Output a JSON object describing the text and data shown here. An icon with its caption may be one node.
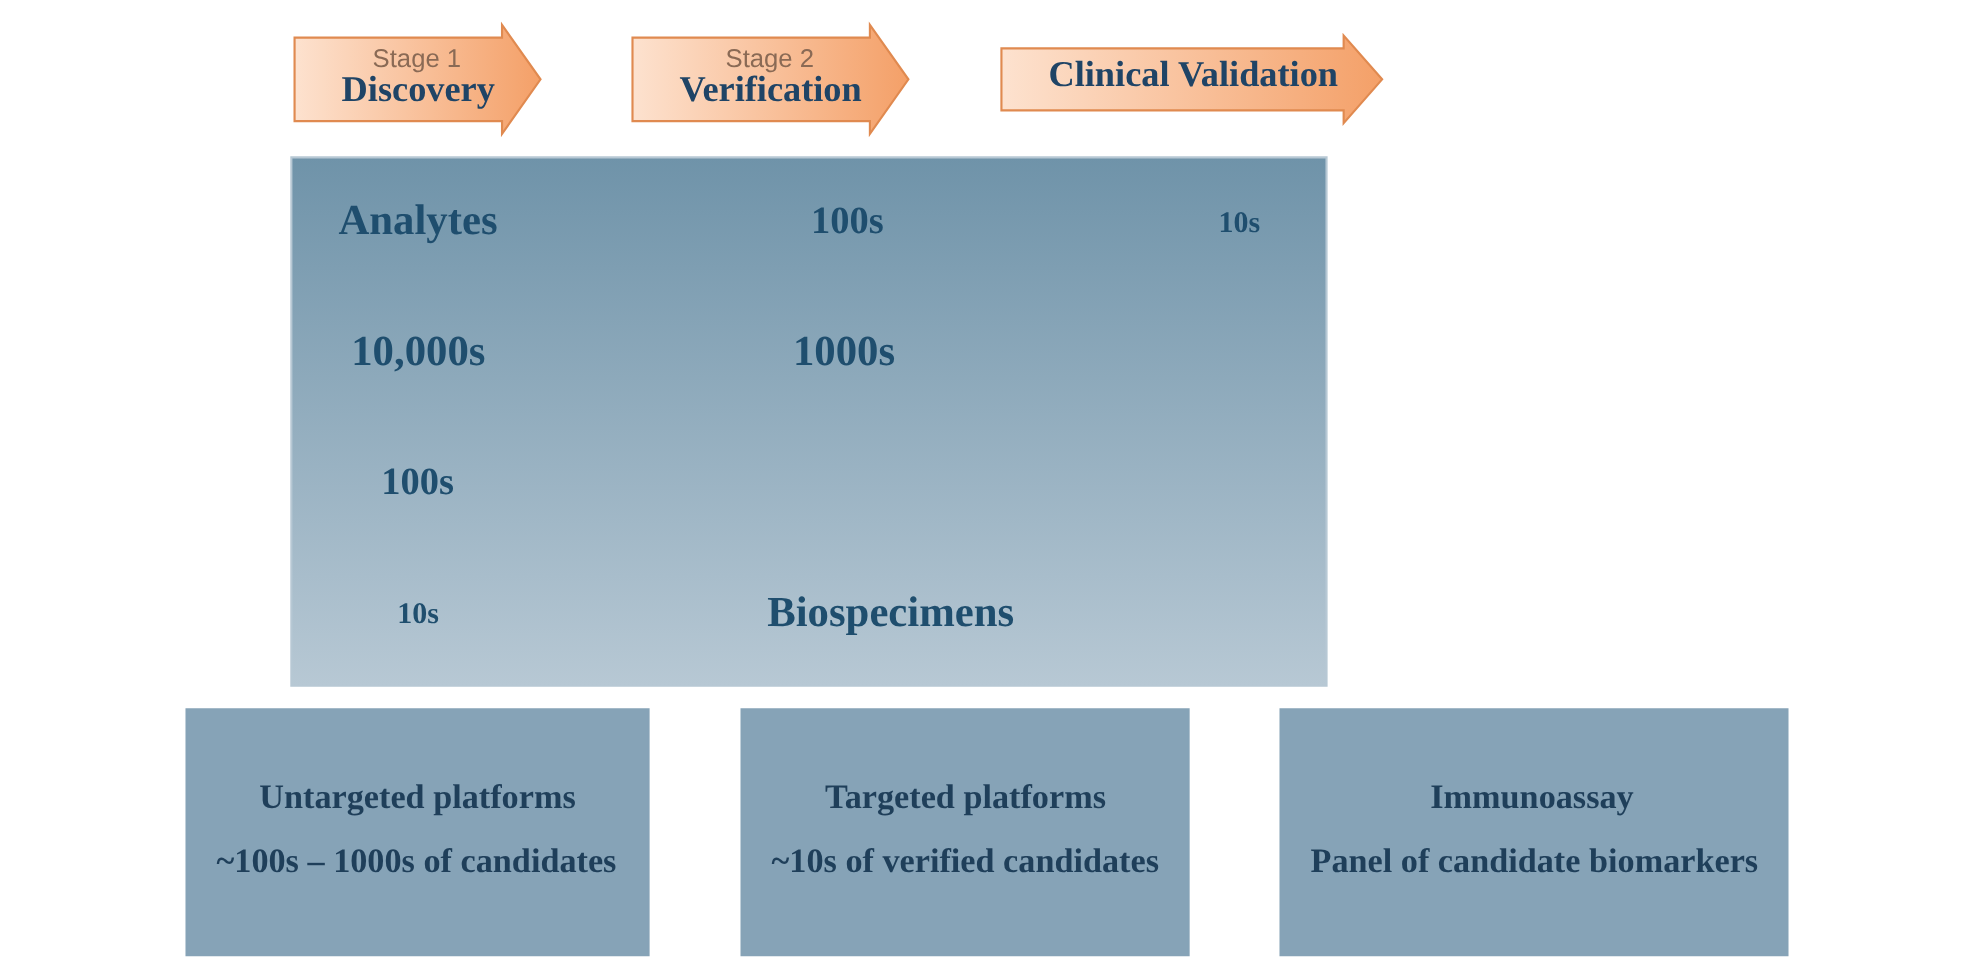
{
  "diagram": {
    "nodes": [
      {
        "text": [
          "Stage 1",
          "Discovery"
        ]
      },
      {
        "text": [
          "Stage 2",
          "Verification"
        ]
      },
      {
        "text": [
          "Clinical Validation"
        ]
      },
      {
        "text": [
          "Untargeted platforms",
          "~100s – 1000s of candidates"
        ]
      },
      {
        "text": [
          "Targeted platforms",
          "~10s of verified candidates"
        ]
      },
      {
        "text": [
          "Immunoassay",
          "Panel of candidate biomarkers"
        ]
      },
      {
        "text": [],
        "shape": "box"
      }
    ],
    "labels": [
      "Analytes",
      "100s",
      "10s",
      "10,000s",
      "1000s",
      "100s",
      "10s",
      "Biospecimens"
    ]
  }
}
